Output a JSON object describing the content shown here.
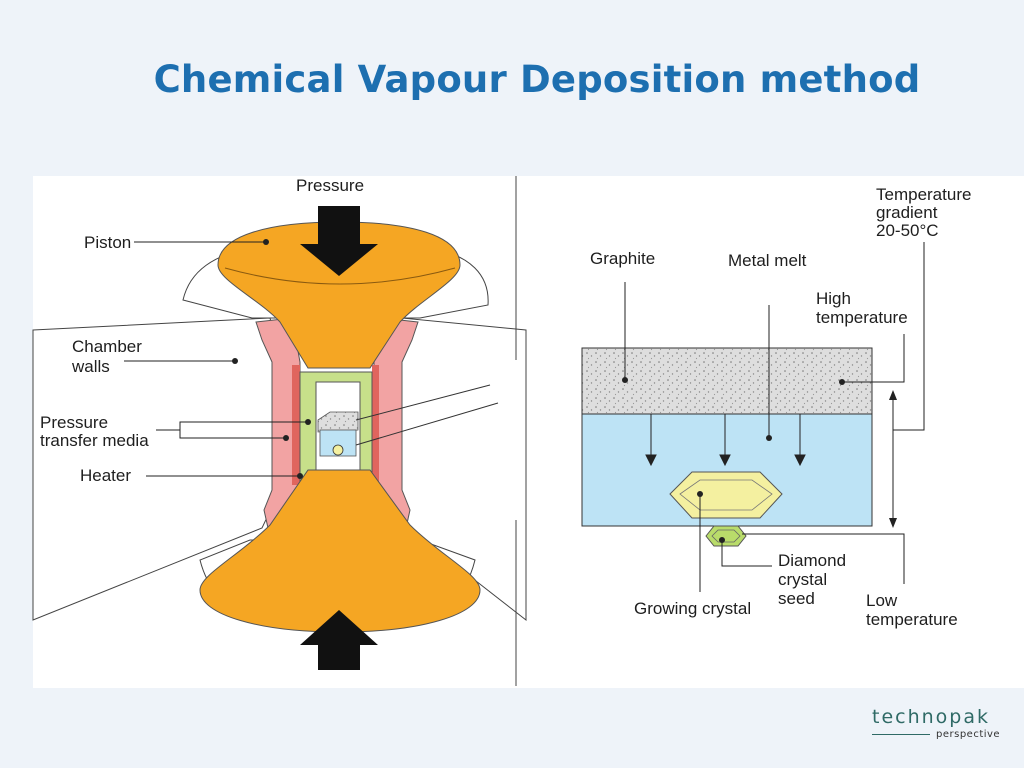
{
  "title": "Chemical Vapour Deposition method",
  "press_diagram": {
    "pressure": "Pressure",
    "piston": "Piston",
    "chamber_walls": [
      "Chamber",
      "walls"
    ],
    "pressure_transfer_media": [
      "Pressure",
      "transfer media"
    ],
    "heater": "Heater"
  },
  "growth_diagram": {
    "temperature_gradient": [
      "Temperature",
      "gradient",
      "20-50°C"
    ],
    "graphite": "Graphite",
    "metal_melt": "Metal melt",
    "high_temperature": [
      "High",
      "temperature"
    ],
    "diamond_crystal_seed": [
      "Diamond",
      "crystal",
      "seed"
    ],
    "growing_crystal": "Growing crystal",
    "low_temperature": [
      "Low",
      "temperature"
    ]
  },
  "colors": {
    "title": "#1d6fb0",
    "anvil": "#f5a623",
    "heater": "#f2a3a3",
    "graphite": "#dcdcdc",
    "melt": "#bde3f5",
    "crystal": "#f4f0a0",
    "seed": "#b9dc6a"
  },
  "brand": {
    "name": "technopak",
    "tagline": "perspective"
  }
}
